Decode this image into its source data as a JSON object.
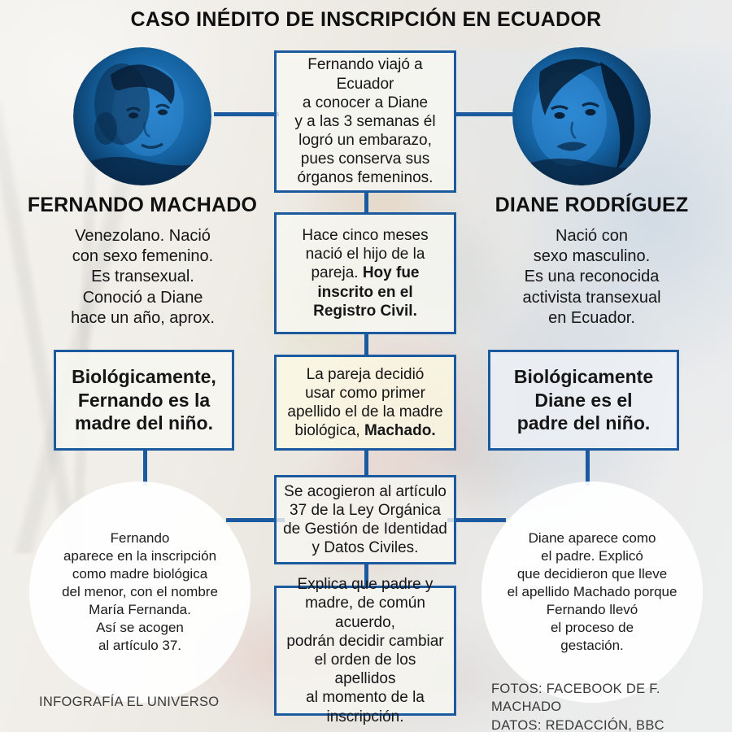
{
  "title": "CASO INÉDITO DE INSCRIPCIÓN EN ECUADOR",
  "colors": {
    "accent_blue": "#1c5aa0",
    "portrait_duotone_dark": "#0b2a4a",
    "portrait_duotone_light": "#1f72bd",
    "text": "#161616",
    "box_fill": "#f8f7f3",
    "box_fill_warm": "#fcfae4",
    "box_fill_cool": "#eef1f6"
  },
  "left_person": {
    "portrait_alt": "fernando-machado-portrait",
    "name": "FERNANDO MACHADO",
    "description": "Venezolano. Nació\ncon sexo femenino.\nEs transexual.\nConoció a Diane\nhace un año, aprox.",
    "emphasis_box": "Biológicamente,\nFernando es la\nmadre del niño.",
    "circle_note": "Fernando\naparece en la inscripción\ncomo madre biológica\ndel menor, con el nombre\nMaría Fernanda.\nAsí se acogen\nal artículo 37."
  },
  "right_person": {
    "portrait_alt": "diane-rodriguez-portrait",
    "name": "DIANE RODRÍGUEZ",
    "description": "Nació con\nsexo masculino.\nEs una reconocida\nactivista transexual\nen Ecuador.",
    "emphasis_box": "Biológicamente\nDiane es el\npadre del niño.",
    "circle_note": "Diane aparece como\nel padre. Explicó\nque decidieron que lleve\nel apellido Machado porque\nFernando llevó\nel proceso de\ngestación."
  },
  "center_steps": [
    {
      "id": "step-travel",
      "text_plain": "Fernando viajó a Ecuador a conocer a Diane y a las 3 semanas él logró un embarazo, pues conserva sus órganos femeninos.",
      "lines": [
        "Fernando viajó a Ecuador",
        "a conocer a Diane",
        "y a las 3 semanas él",
        "logró un embarazo,",
        "pues conserva sus",
        "órganos femeninos."
      ],
      "bold_part": ""
    },
    {
      "id": "step-birth",
      "text_plain": "Hace cinco meses nació el hijo de la pareja. Hoy fue inscrito en el Registro Civil.",
      "lines": [
        "Hace cinco meses",
        "nació el hijo de la",
        "pareja. ",
        "Hoy fue",
        "inscrito en el",
        "Registro Civil."
      ],
      "bold_part": "Hoy fue inscrito en el Registro Civil."
    },
    {
      "id": "step-surname",
      "text_plain": "La pareja decidió usar como primer apellido el de la madre biológica, Machado.",
      "lines": [
        "La pareja decidió",
        "usar como primer",
        "apellido el de la madre",
        "biológica, ",
        "Machado."
      ],
      "bold_part": "Machado."
    },
    {
      "id": "step-law",
      "text_plain": "Se acogieron al artículo 37 de la Ley Orgánica de Gestión de Identidad y Datos Civiles.",
      "lines": [
        "Se acogieron al artículo",
        "37 de la Ley Orgánica",
        "de Gestión de Identidad",
        "y Datos Civiles."
      ],
      "bold_part": ""
    },
    {
      "id": "step-order",
      "text_plain": "Explica que padre y madre, de común acuerdo, podrán decidir cambiar el orden de los apellidos al momento de la inscripción.",
      "lines": [
        "Explica que padre y",
        "madre, de común acuerdo,",
        "podrán decidir cambiar",
        "el orden de los apellidos",
        "al momento de la",
        "inscripción."
      ],
      "bold_part": ""
    }
  ],
  "credits": {
    "left": "INFOGRAFÍA EL UNIVERSO",
    "right_line1": "FOTOS: FACEBOOK DE  F. MACHADO",
    "right_line2": "DATOS: REDACCIÓN, BBC"
  }
}
